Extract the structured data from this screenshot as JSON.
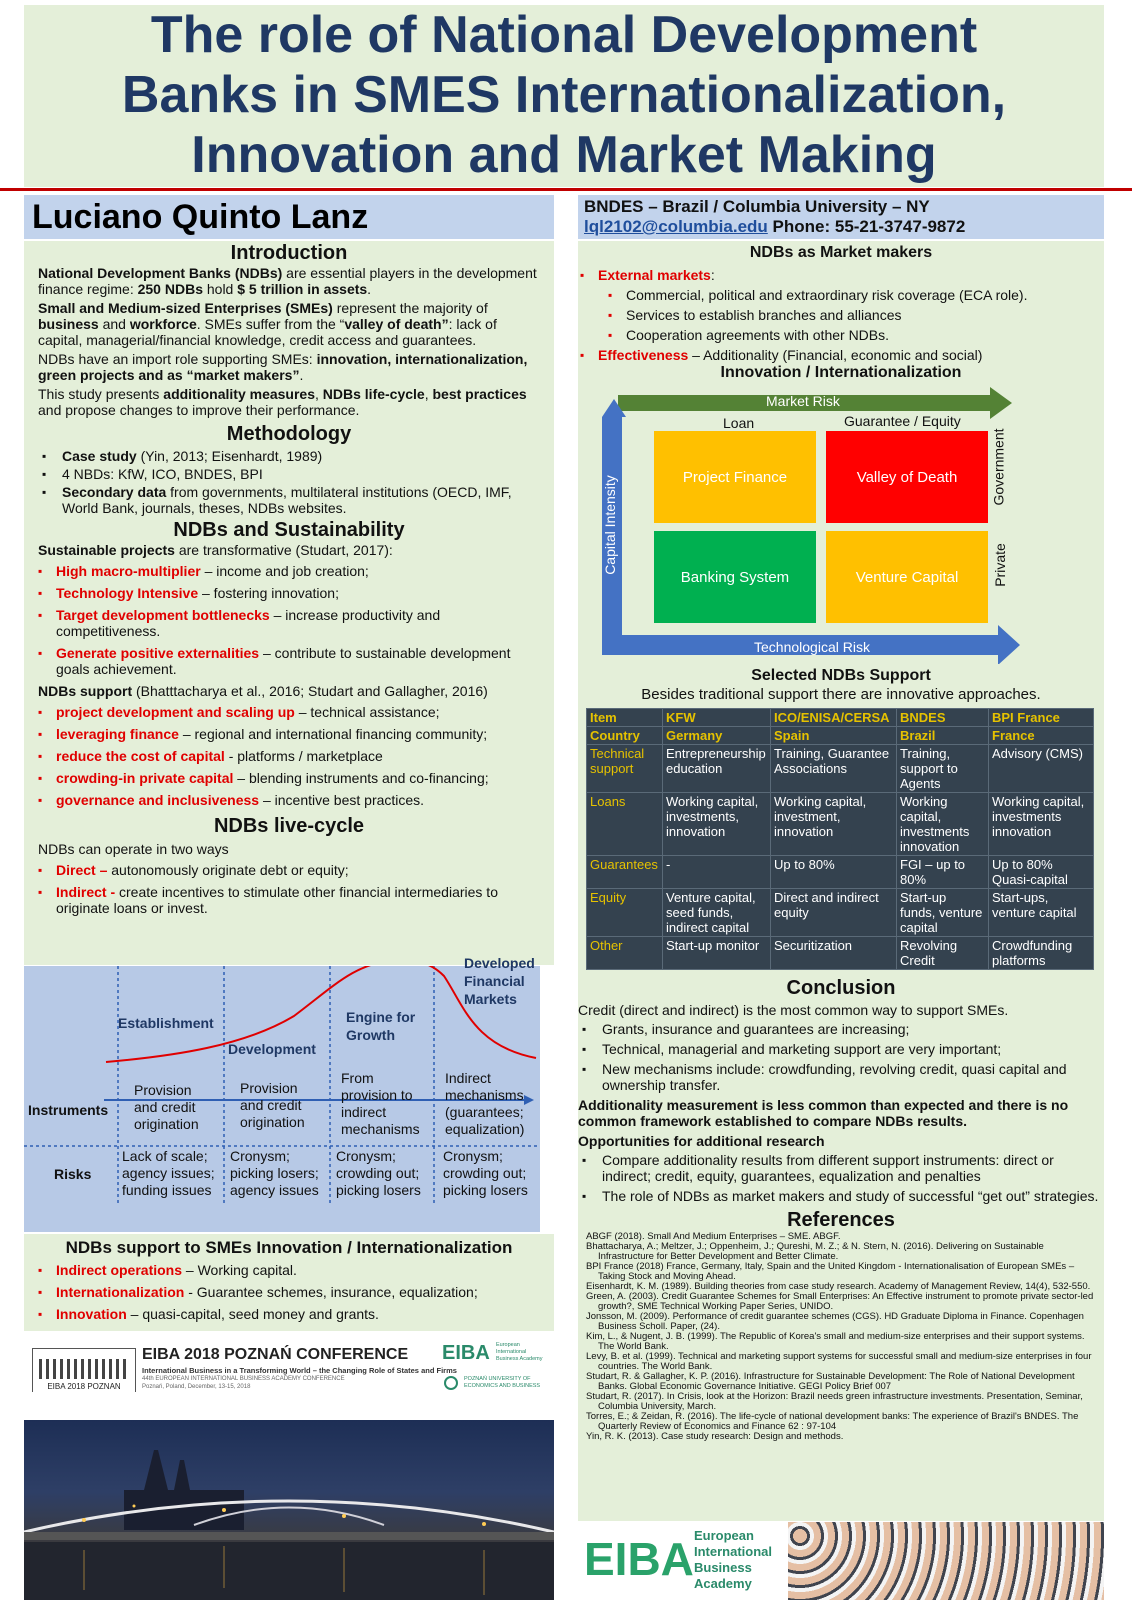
{
  "poster": {
    "title_line1": "The role of National Development",
    "title_line2": "Banks in SMES Internationalization,",
    "title_line3": "Innovation and Market Making",
    "author": "Luciano Quinto Lanz",
    "affiliation": "BNDES – Brazil / Columbia University – NY",
    "email": "lql2102@columbia.edu",
    "phone": "Phone: 55-21-3747-9872"
  },
  "intro": {
    "heading": "Introduction",
    "p1a": "National Development Banks (NDBs)",
    "p1b": " are essential players in the development finance regime: ",
    "p1c": "250 NDBs",
    "p1d": " hold ",
    "p1e": "$ 5 trillion in assets",
    "p1f": ".",
    "p2a": "Small and Medium-sized Enterprises (SMEs)",
    "p2b": " represent the majority of ",
    "p2c": "business",
    "p2d": " and ",
    "p2e": "workforce",
    "p2f": ". SMEs suffer from the “",
    "p2g": "valley of death”",
    "p2h": ": lack of capital, managerial/financial knowledge, credit access and guarantees.",
    "p3a": "NDBs have an import role supporting SMEs: ",
    "p3b": "innovation, internationalization, green projects and as “market makers”",
    "p3c": ".",
    "p4a": "This study presents ",
    "p4b": "additionality measures",
    "p4c": ", ",
    "p4d": "NDBs life-cycle",
    "p4e": ", ",
    "p4f": "best practices",
    "p4g": " and propose changes to improve their performance."
  },
  "methodology": {
    "heading": "Methodology",
    "b1a": "Case study",
    "b1b": " (Yin,  2013; Eisenhardt, 1989)",
    "b2": "4 NBDs: KfW, ICO, BNDES, BPI",
    "b3a": "Secondary data",
    "b3b": " from governments, multilateral institutions (OECD, IMF, World Bank, journals, theses, NDBs websites."
  },
  "sustainability": {
    "heading": "NDBs and Sustainability",
    "intro_a": "Sustainable projects",
    "intro_b": " are transformative (Studart, 2017):",
    "items": [
      {
        "red": "High macro-multiplier",
        "rest": " – income and job creation;"
      },
      {
        "red": "Technology Intensive",
        "rest": " – fostering innovation;"
      },
      {
        "red": "Target development bottlenecks",
        "rest": " – increase productivity and competitiveness."
      },
      {
        "red": "Generate positive externalities",
        "rest": " – contribute to sustainable development goals achievement."
      }
    ],
    "support_a": "NDBs support",
    "support_b": " (Bhatttacharya et al., 2016; Studart and Gallagher, 2016)",
    "support_items": [
      {
        "red": "project development and scaling up",
        "rest": " – technical assistance;"
      },
      {
        "red": "leveraging finance",
        "rest": " – regional and international financing community;"
      },
      {
        "red": "reduce the cost of capital",
        "rest": " - platforms / marketplace"
      },
      {
        "red": "crowding-in private capital",
        "rest": " – blending instruments and co-financing;"
      },
      {
        "red": "governance and inclusiveness",
        "rest": " – incentive best practices."
      }
    ]
  },
  "lifecycle": {
    "heading": "NDBs live-cycle",
    "intro": "NDBs can operate in two ways",
    "items": [
      {
        "red": "Direct –",
        "rest": " autonomously originate debt or equity;"
      },
      {
        "red": "Indirect -",
        "rest": " create incentives to stimulate other financial intermediaries to originate loans or invest."
      }
    ],
    "diagram": {
      "stages": [
        "Establishment",
        "Development",
        "Engine for Growth",
        "Developed Financial Markets"
      ],
      "instruments_label": "Instruments",
      "risks_label": "Risks",
      "instruments": [
        "Provision and credit origination",
        "Provision and credit origination",
        "From provision to indirect mechanisms",
        "Indirect mechanisms (guarantees; equalization)"
      ],
      "risks": [
        "Lack of scale; agency issues; funding issues",
        "Cronysm; picking losers; agency issues",
        "Cronysm; crowding out; picking losers",
        "Cronysm; crowding out; picking losers"
      ]
    }
  },
  "innovation_support": {
    "heading": "NDBs support to SMEs Innovation / Internationalization",
    "items": [
      {
        "red": "Indirect operations",
        "rest": " – Working capital."
      },
      {
        "red": "Internationalization",
        "rest": " - Guarantee schemes, insurance, equalization;"
      },
      {
        "red": "Innovation",
        "rest": " – quasi-capital, seed money and grants."
      }
    ]
  },
  "conference": {
    "title": "EIBA 2018 POZNAŃ CONFERENCE",
    "subtitle": "International Business in a Transforming World – the Changing Role of States and Firms",
    "line3": "44th EUROPEAN INTERNATIONAL BUSINESS ACADEMY CONFERENCE",
    "line4": "Poznań, Poland, December, 13-15, 2018",
    "badge": "EIBA 2018 POZNAN",
    "eiba": "EIBA",
    "eiba_small": "European International Business Academy",
    "university": "POZNAŃ UNIVERSITY OF ECONOMICS AND BUSINESS"
  },
  "market_makers": {
    "heading": "NDBs as Market makers",
    "ext_red": "External markets",
    "ext_colon": ":",
    "ext_items": [
      "Commercial, political and extraordinary risk coverage (ECA role).",
      "Services to establish branches and alliances",
      "Cooperation agreements with other NDBs."
    ],
    "eff_red": "Effectiveness",
    "eff_rest": " – Additionality (Financial, economic and social)"
  },
  "matrix": {
    "heading": "Innovation / Internationalization",
    "market_risk": "Market Risk",
    "tech_risk": "Technological Risk",
    "capital_intensity": "Capital Intensity",
    "loan": "Loan",
    "guarantee_equity": "Guarantee / Equity",
    "government": "Government",
    "private": "Private",
    "cells": [
      "Project Finance",
      "Valley of Death",
      "Banking System",
      "Venture Capital"
    ],
    "colors": [
      "#ffc000",
      "#ff0000",
      "#00b050",
      "#ffc000"
    ]
  },
  "selected": {
    "heading": "Selected NDBs Support",
    "intro": "Besides traditional support there are innovative approaches.",
    "header": [
      "Item",
      "KFW",
      "ICO/ENISA/CERSA",
      "BNDES",
      "BPI France"
    ],
    "country": [
      "Country",
      "Germany",
      "Spain",
      "Brazil",
      "France"
    ],
    "rows": [
      [
        "Technical support",
        "Entrepreneurship education",
        "Training, Guarantee Associations",
        "Training, support to Agents",
        "Advisory (CMS)"
      ],
      [
        "Loans",
        "Working capital, investments, innovation",
        "Working capital, investment, innovation",
        "Working capital, investments innovation",
        "Working capital, investments innovation"
      ],
      [
        "Guarantees",
        "-",
        "Up to 80%",
        "FGI – up to 80%",
        "Up to 80% Quasi-capital"
      ],
      [
        "Equity",
        "Venture capital, seed funds, indirect capital",
        "Direct and indirect equity",
        "Start-up funds, venture capital",
        "Start-ups, venture capital"
      ],
      [
        "Other",
        "Start-up monitor",
        "Securitization",
        "Revolving Credit",
        "Crowdfunding platforms"
      ]
    ]
  },
  "conclusion": {
    "heading": "Conclusion",
    "p1": "Credit (direct and indirect) is the most common way to support SMEs.",
    "items": [
      "Grants, insurance and guarantees are increasing;",
      "Technical, managerial and marketing support are very important;",
      "New mechanisms include: crowdfunding, revolving credit, quasi capital and ownership transfer."
    ],
    "bold1": "Additionality measurement is less common than expected and there is no common framework established to compare NDBs results.",
    "opp_heading": "Opportunities for additional research",
    "opp_items": [
      "Compare additionality results from different support instruments: direct or indirect; credit, equity, guarantees, equalization and penalties",
      "The role of NDBs as market makers and study of successful “get out” strategies."
    ]
  },
  "references": {
    "heading": "References",
    "items": [
      "ABGF (2018). Small And Medium Enterprises – SME. ABGF.",
      "Bhattacharya, A.; Meltzer, J.; Oppenheim, J.; Qureshi, M. Z.; & N. Stern, N. (2016). Delivering on Sustainable Infrastructure for Better Development and Better Climate.",
      "BPI France (2018) France, Germany, Italy, Spain and the United Kingdom - Internationalisation of European SMEs – Taking Stock and Moving Ahead.",
      "Eisenhardt, K. M. (1989). Building theories from case study research. Academy of Management Review, 14(4), 532-550.",
      "Green, A. (2003). Credit Guarantee Schemes for Small Enterprises: An Effective instrument to promote private sector-led growth?, SME Technical Working Paper Series, UNIDO.",
      "Jonsson, M. (2009). Performance of credit guarantee schemes (CGS). HD Graduate Diploma in Finance. Copenhagen Business Scholl. Paper, (24).",
      "Kim, L., & Nugent, J. B. (1999). The Republic of Korea's small and medium-size enterprises and their support systems. The World Bank.",
      "Levy, B. et al. (1999). Technical and marketing support systems for successful small and medium-size enterprises in four countries. The World Bank.",
      "Studart, R. & Gallagher, K. P. (2016). Infrastructure for Sustainable Development: The Role of National Development Banks. Global Economic Governance Initiative. GEGI Policy Brief 007",
      "Studart, R. (2017). In Crisis, look at the Horizon: Brazil needs green infrastructure investments. Presentation, Seminar, Columbia University, March.",
      "Torres, E.; & Zeidan, R. (2016). The life-cycle of national development banks: The experience of Brazil's BNDES. The Quarterly Review of Economics and Finance 62 : 97-104",
      "Yin, R. K. (2013). Case study research: Design and methods."
    ]
  },
  "footer_logo": {
    "eiba": "EIBA",
    "l1": "European",
    "l2": "International",
    "l3": "Business",
    "l4": "Academy"
  }
}
